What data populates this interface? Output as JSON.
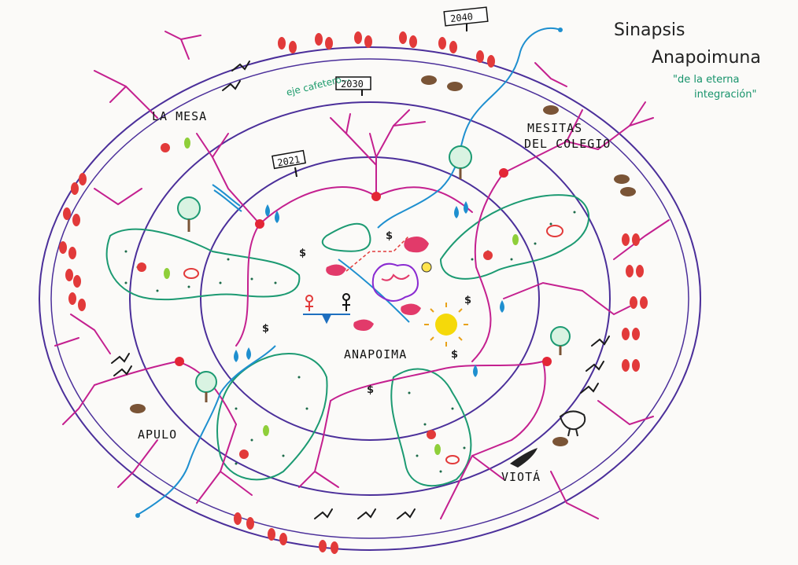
{
  "title": {
    "line1": "Sinapsis",
    "line2": "Anapoimuna",
    "subtitle_line1": "\"de la eterna",
    "subtitle_line2": "integración\""
  },
  "years": {
    "inner": "2021",
    "middle": "2030",
    "outer": "2040"
  },
  "places": {
    "center": "ANAPOIMA",
    "la_mesa": "LA MESA",
    "mesitas_line1": "MESITAS",
    "mesitas_line2": "DEL COLEGIO",
    "apulo": "APULO",
    "viota": "VIOTÁ"
  },
  "annotations": {
    "eje_cafetero": "eje cafetero...",
    "money_symbol": "$"
  },
  "colors": {
    "ring": "#4b2f9a",
    "roots": "#c4208f",
    "river": "#1e8fcf",
    "green_zone": "#1c9a72",
    "footprint": "#e23a3a",
    "sun": "#f5d90a",
    "coffee": "#7a5436"
  }
}
